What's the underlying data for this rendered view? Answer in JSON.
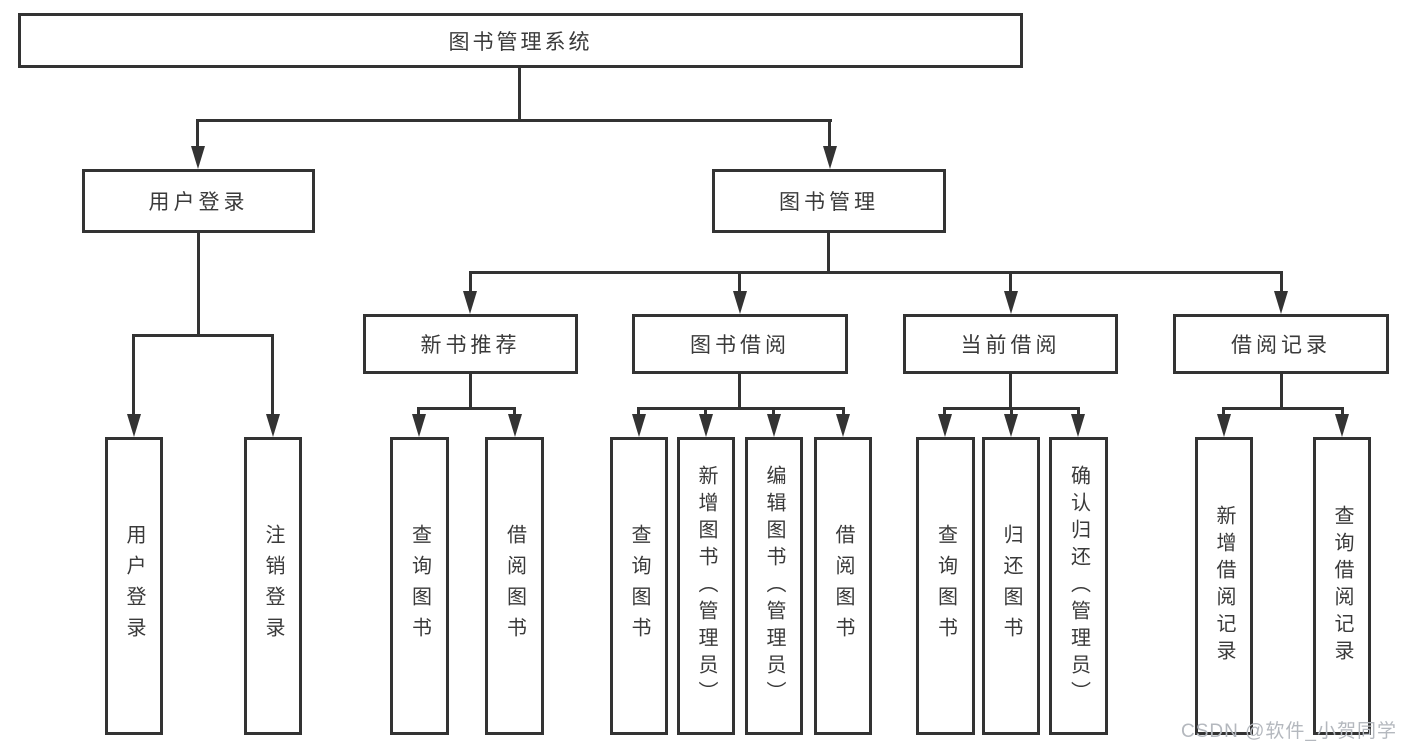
{
  "diagram": {
    "root": {
      "label": "图书管理系统"
    },
    "user_login": {
      "label": "用户登录",
      "children": [
        {
          "label": "用户登录"
        },
        {
          "label": "注销登录"
        }
      ]
    },
    "book_mgmt": {
      "label": "图书管理",
      "children": [
        {
          "label": "新书推荐",
          "children": [
            {
              "label": "查询图书"
            },
            {
              "label": "借阅图书"
            }
          ]
        },
        {
          "label": "图书借阅",
          "children": [
            {
              "label": "查询图书"
            },
            {
              "label": "新增图书（管理员）"
            },
            {
              "label": "编辑图书（管理员）"
            },
            {
              "label": "借阅图书"
            }
          ]
        },
        {
          "label": "当前借阅",
          "children": [
            {
              "label": "查询图书"
            },
            {
              "label": "归还图书"
            },
            {
              "label": "确认归还（管理员）"
            }
          ]
        },
        {
          "label": "借阅记录",
          "children": [
            {
              "label": "新增借阅记录"
            },
            {
              "label": "查询借阅记录"
            }
          ]
        }
      ]
    }
  },
  "watermark": {
    "text": "CSDN @软件_小贺同学"
  },
  "colors": {
    "line": "#333333",
    "text": "#3a3a3a",
    "watermark": "#b4b8be",
    "background": "#ffffff"
  }
}
